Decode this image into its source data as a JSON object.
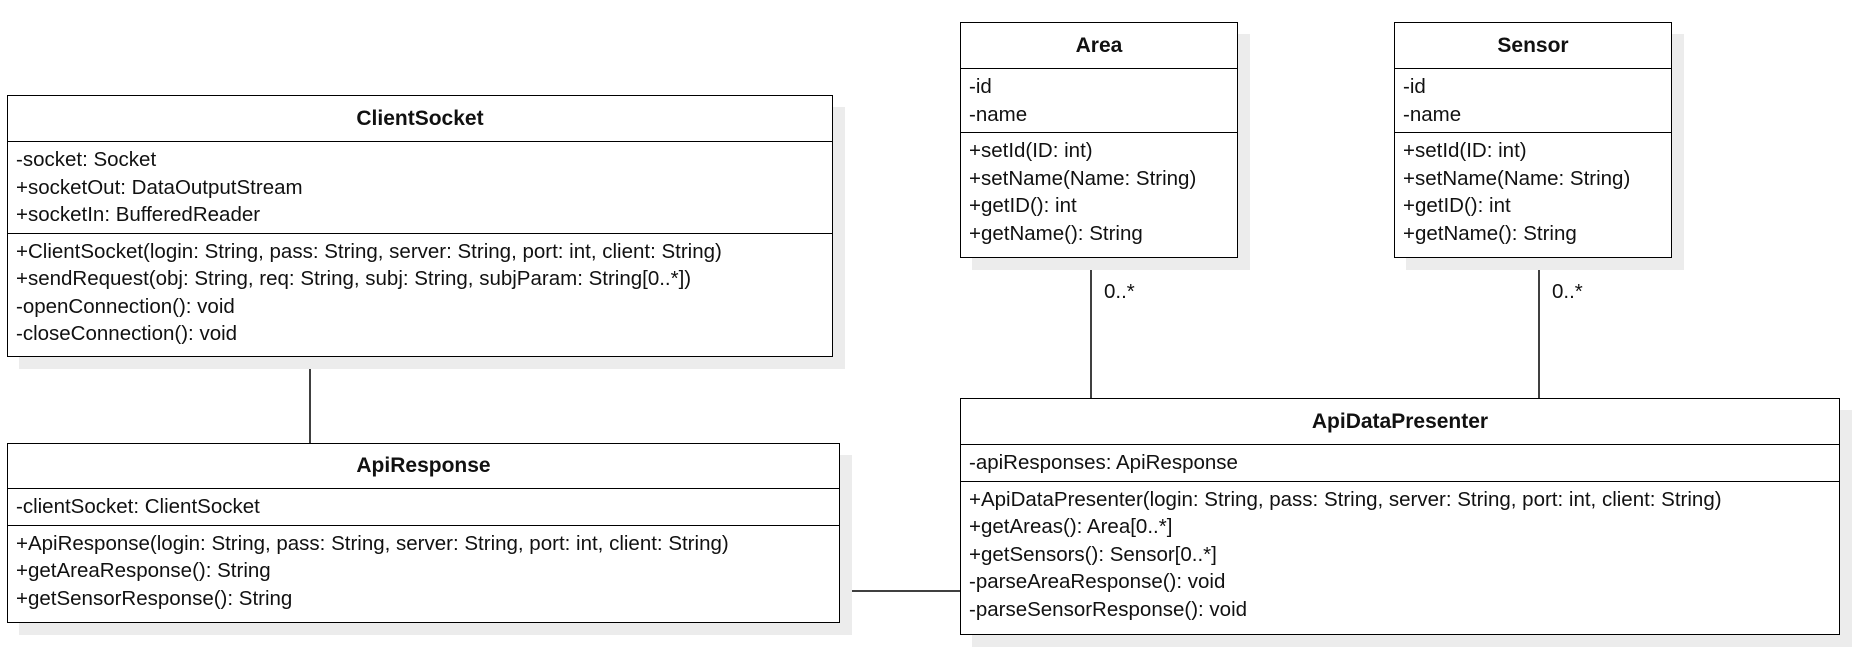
{
  "classes": {
    "client_socket": {
      "name": "ClientSocket",
      "attributes": [
        "-socket: Socket",
        "+socketOut: DataOutputStream",
        "+socketIn: BufferedReader"
      ],
      "methods": [
        "+ClientSocket(login: String, pass: String, server: String, port: int, client: String)",
        "+sendRequest(obj: String, req: String, subj: String, subjParam: String[0..*])",
        "-openConnection(): void",
        "-closeConnection(): void"
      ]
    },
    "api_response": {
      "name": "ApiResponse",
      "attributes": [
        "-clientSocket: ClientSocket"
      ],
      "methods": [
        "+ApiResponse(login: String, pass: String, server: String, port: int, client: String)",
        "+getAreaResponse(): String",
        "+getSensorResponse(): String"
      ]
    },
    "area": {
      "name": "Area",
      "attributes": [
        "-id",
        "-name"
      ],
      "methods": [
        "+setId(ID: int)",
        "+setName(Name: String)",
        "+getID(): int",
        "+getName(): String"
      ]
    },
    "sensor": {
      "name": "Sensor",
      "attributes": [
        "-id",
        "-name"
      ],
      "methods": [
        "+setId(ID: int)",
        "+setName(Name: String)",
        "+getID(): int",
        "+getName(): String"
      ]
    },
    "api_data_presenter": {
      "name": "ApiDataPresenter",
      "attributes": [
        "-apiResponses: ApiResponse"
      ],
      "methods": [
        "+ApiDataPresenter(login: String, pass: String, server: String, port: int, client: String)",
        "+getAreas(): Area[0..*]",
        "+getSensors(): Sensor[0..*]",
        "-parseAreaResponse(): void",
        "-parseSensorResponse(): void"
      ]
    }
  },
  "multiplicities": {
    "area_presenter": "0..*",
    "sensor_presenter": "0..*"
  }
}
